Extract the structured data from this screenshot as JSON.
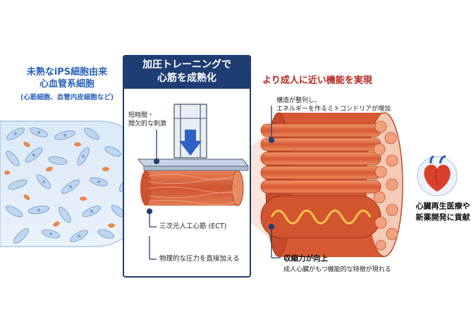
{
  "left": {
    "title_line1": "未熟なiPS細胞由来",
    "title_line2": "心血管系細胞",
    "subtitle": "(心筋細胞、血管内皮細胞など)"
  },
  "center": {
    "header_line1": "加圧トレーニングで",
    "header_line2": "心筋を成熟化",
    "stimulus_line1": "短時間・",
    "stimulus_line2": "間欠的な刺激",
    "ect_label": "三次元人工心筋 (ECT)",
    "pressure_label": "物理的な圧力を直接加える"
  },
  "right": {
    "title": "より成人に近い機能を実現",
    "structure_line1": "構造が整列し、",
    "structure_line2": "エネルギーを作るミトコンドリアが増加",
    "contraction_title": "収縮力が向上",
    "contraction_sub": "成人心臓がもつ機能的な特徴が現れる"
  },
  "outcome": {
    "line1": "心臓再生医療や",
    "line2": "新薬開発に貢献"
  },
  "colors": {
    "navy": "#1f3d73",
    "blue_text": "#2a62b8",
    "red_text": "#b7271f",
    "cell_blue": "#bfd6ef",
    "cell_orange": "#e9884a",
    "muscle": "#d9603a"
  }
}
